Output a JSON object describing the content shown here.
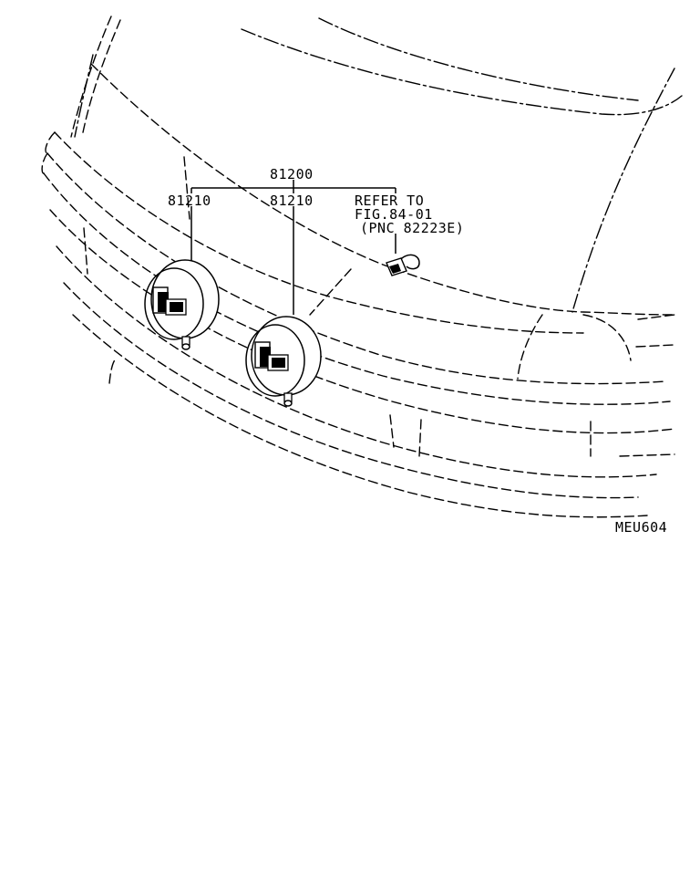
{
  "labels": {
    "assembly": "81200",
    "lamp_left": "81210",
    "lamp_right": "81210",
    "refer_line1": "REFER TO",
    "refer_line2": "FIG.84-01",
    "refer_line3": "(PNC 82223E)",
    "drawing_code": "MEU604"
  }
}
